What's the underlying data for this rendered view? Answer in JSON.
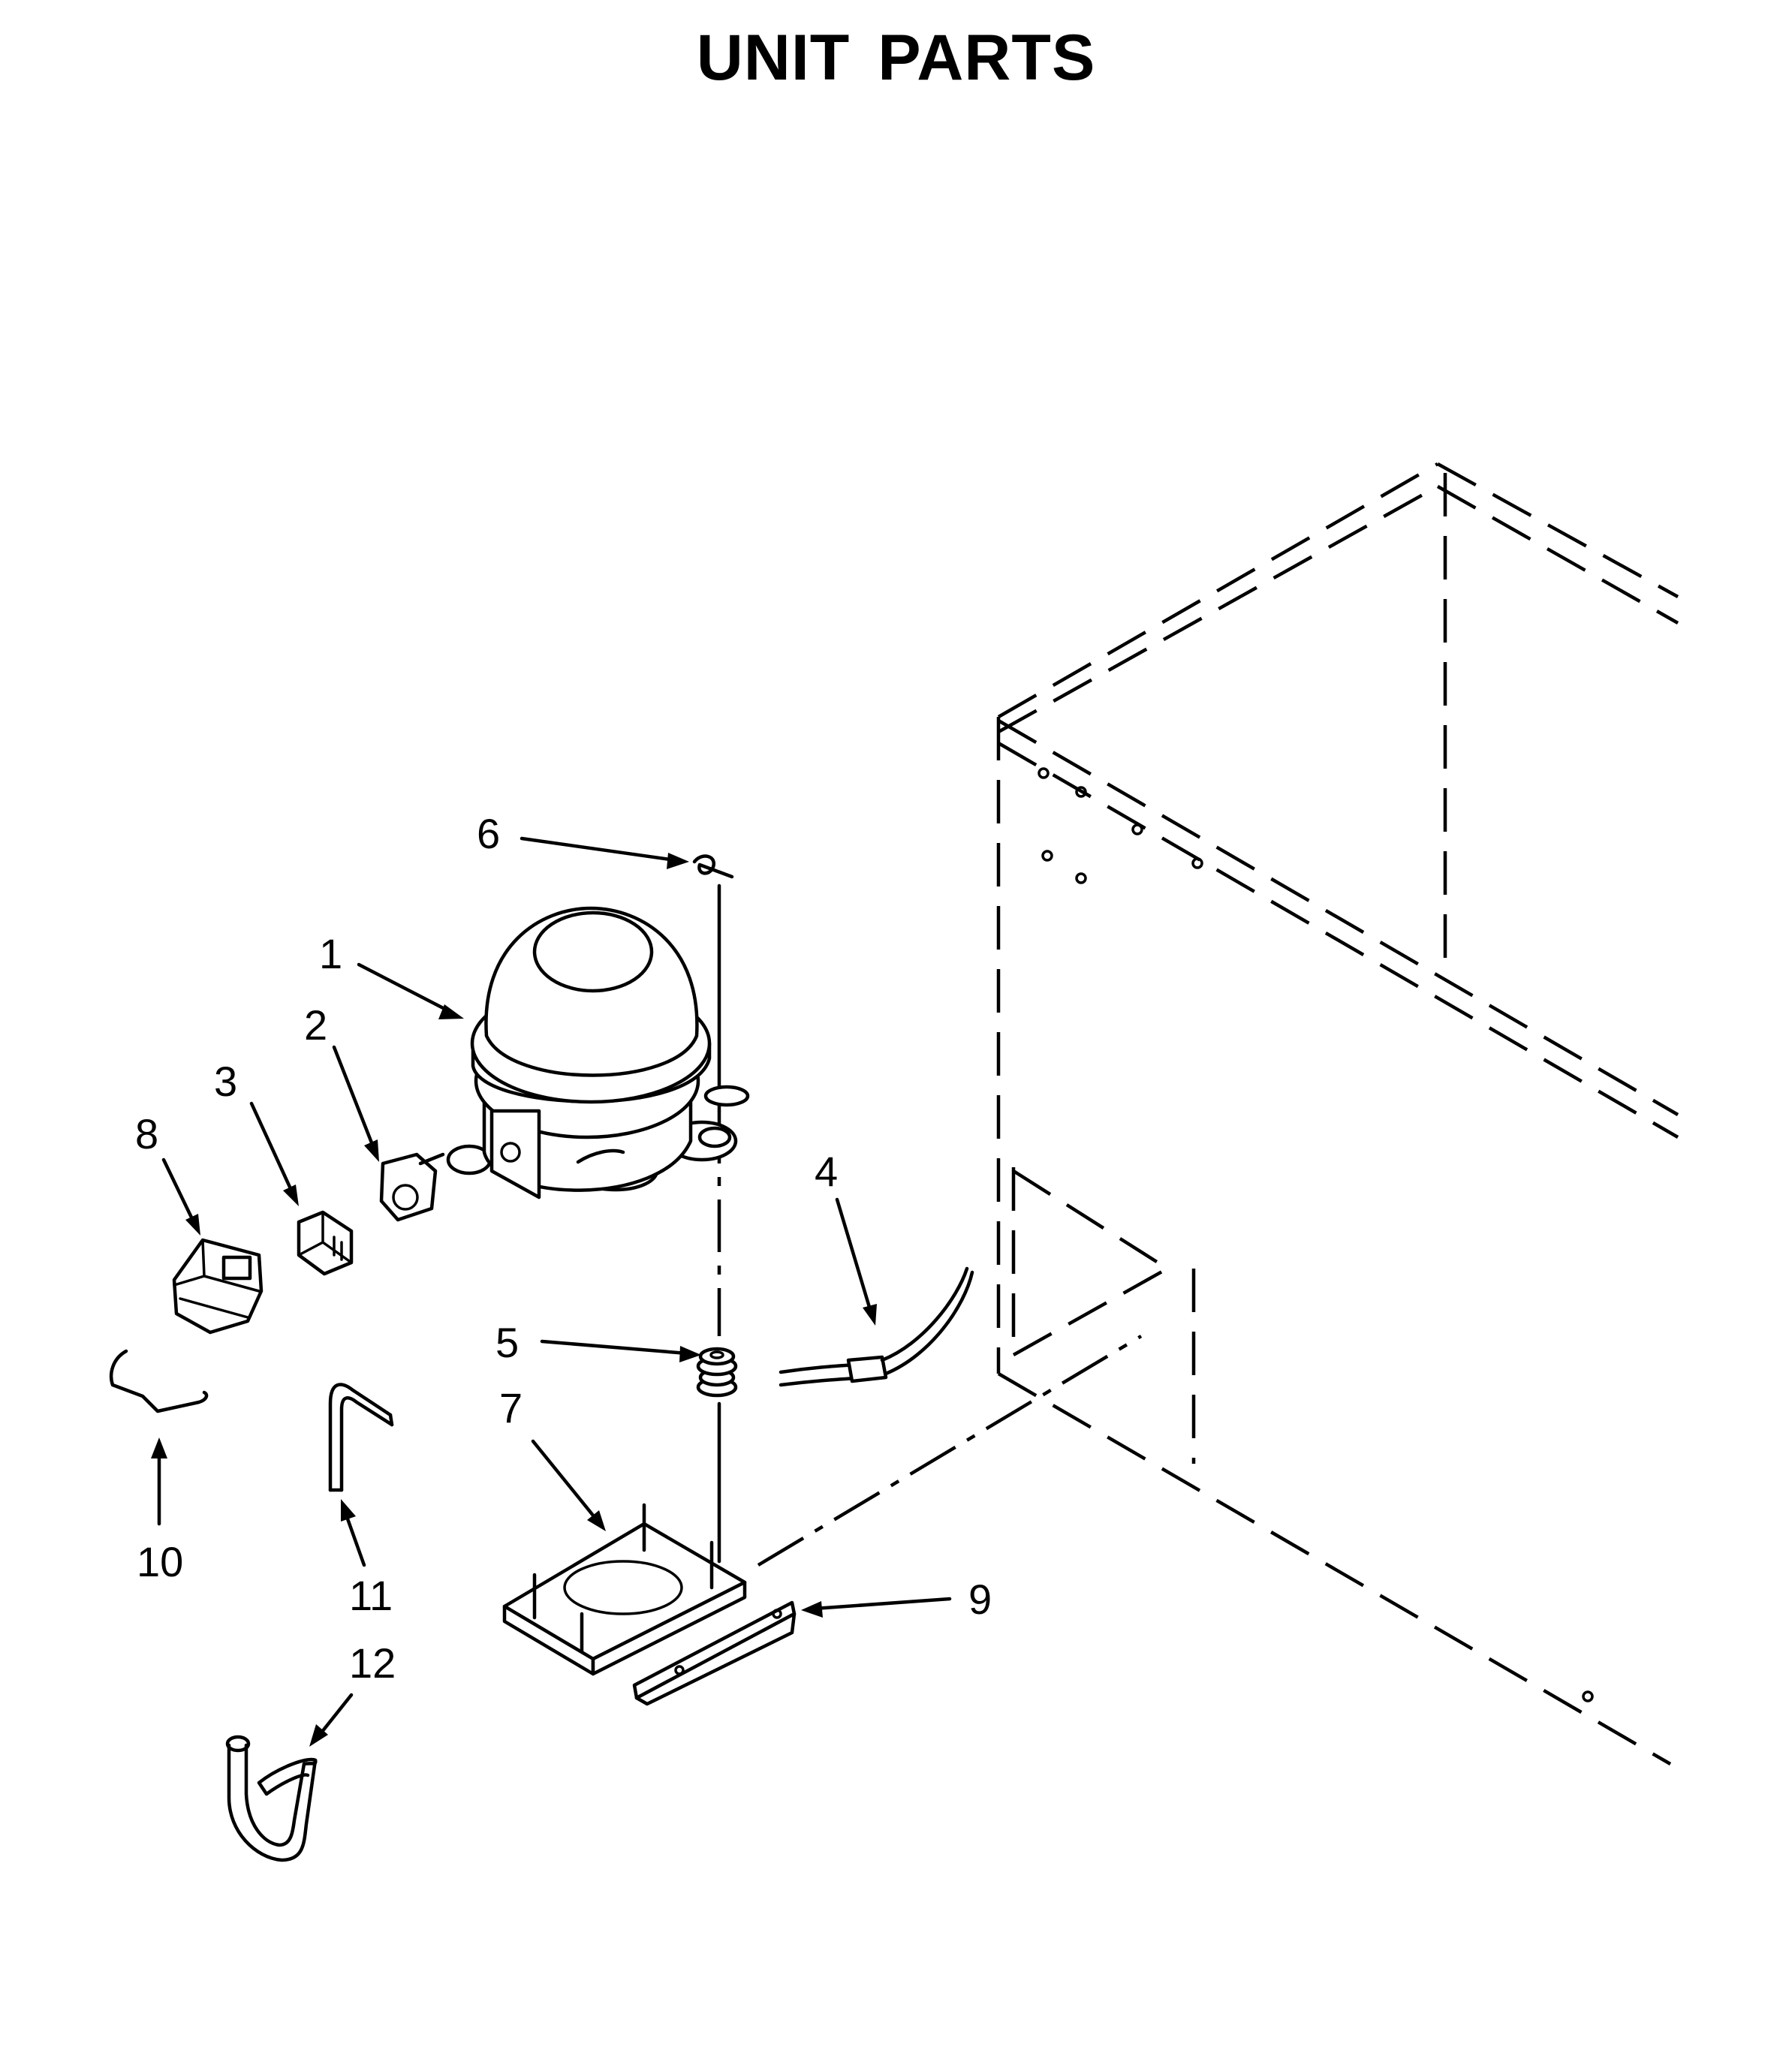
{
  "title": "UNIT PARTS",
  "callouts": [
    "1",
    "2",
    "3",
    "4",
    "5",
    "6",
    "7",
    "8",
    "9",
    "10",
    "11",
    "12"
  ],
  "parts": [
    {
      "ref": "1",
      "icon": "compressor-icon"
    },
    {
      "ref": "2",
      "icon": "overload-protector-icon"
    },
    {
      "ref": "3",
      "icon": "relay-icon"
    },
    {
      "ref": "4",
      "icon": "tubing-with-sleeve-icon"
    },
    {
      "ref": "5",
      "icon": "grommet-icon"
    },
    {
      "ref": "6",
      "icon": "clip-icon"
    },
    {
      "ref": "7",
      "icon": "compressor-mounting-plate-icon"
    },
    {
      "ref": "8",
      "icon": "cover-icon"
    },
    {
      "ref": "9",
      "icon": "bracket-icon"
    },
    {
      "ref": "10",
      "icon": "wire-clip-icon"
    },
    {
      "ref": "11",
      "icon": "process-tube-icon"
    },
    {
      "ref": "12",
      "icon": "drier-tube-icon"
    }
  ]
}
